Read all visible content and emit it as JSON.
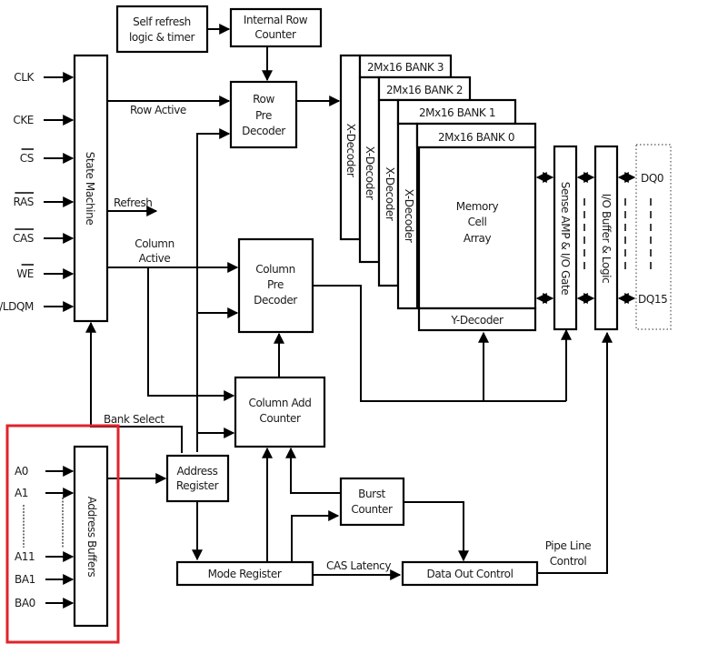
{
  "diagram": {
    "title": "SDRAM Functional Block Diagram",
    "highlight_color": "#e0232b",
    "control_inputs": [
      {
        "label": "CLK",
        "overbar": false
      },
      {
        "label": "CKE",
        "overbar": false
      },
      {
        "label": "CS",
        "overbar": true
      },
      {
        "label": "RAS",
        "overbar": true
      },
      {
        "label": "CAS",
        "overbar": true
      },
      {
        "label": "WE",
        "overbar": true
      },
      {
        "label": "U/LDQM",
        "overbar": false
      }
    ],
    "address_inputs": [
      "A0",
      "A1",
      "A11",
      "BA1",
      "BA0"
    ],
    "blocks": {
      "self_refresh": [
        "Self refresh",
        "logic & timer"
      ],
      "internal_row_counter": [
        "Internal Row",
        "Counter"
      ],
      "state_machine": "State Machine",
      "row_pre_decoder": [
        "Row",
        "Pre",
        "Decoder"
      ],
      "column_pre_decoder": [
        "Column",
        "Pre",
        "Decoder"
      ],
      "column_add_counter": [
        "Column Add",
        "Counter"
      ],
      "address_register": [
        "Address",
        "Register"
      ],
      "address_buffers": "Address Buffers",
      "burst_counter": [
        "Burst",
        "Counter"
      ],
      "mode_register": "Mode Register",
      "data_out_control": "Data Out Control",
      "banks": [
        "2Mx16 BANK 3",
        "2Mx16 BANK 2",
        "2Mx16 BANK 1",
        "2Mx16 BANK 0"
      ],
      "x_decoder": "X-Decoder",
      "memory_cell_array": [
        "Memory",
        "Cell",
        "Array"
      ],
      "y_decoder": "Y-Decoder",
      "sense_amp": "Sense AMP & I/O Gate",
      "io_buffer": "I/O Buffer & Logic"
    },
    "signals": {
      "row_active": "Row Active",
      "refresh": "Refresh",
      "column_active": [
        "Column",
        "Active"
      ],
      "bank_select": "Bank Select",
      "cas_latency": "CAS Latency",
      "pipe_line_control": [
        "Pipe Line",
        "Control"
      ]
    },
    "data_pins": {
      "first": "DQ0",
      "last": "DQ15"
    }
  }
}
